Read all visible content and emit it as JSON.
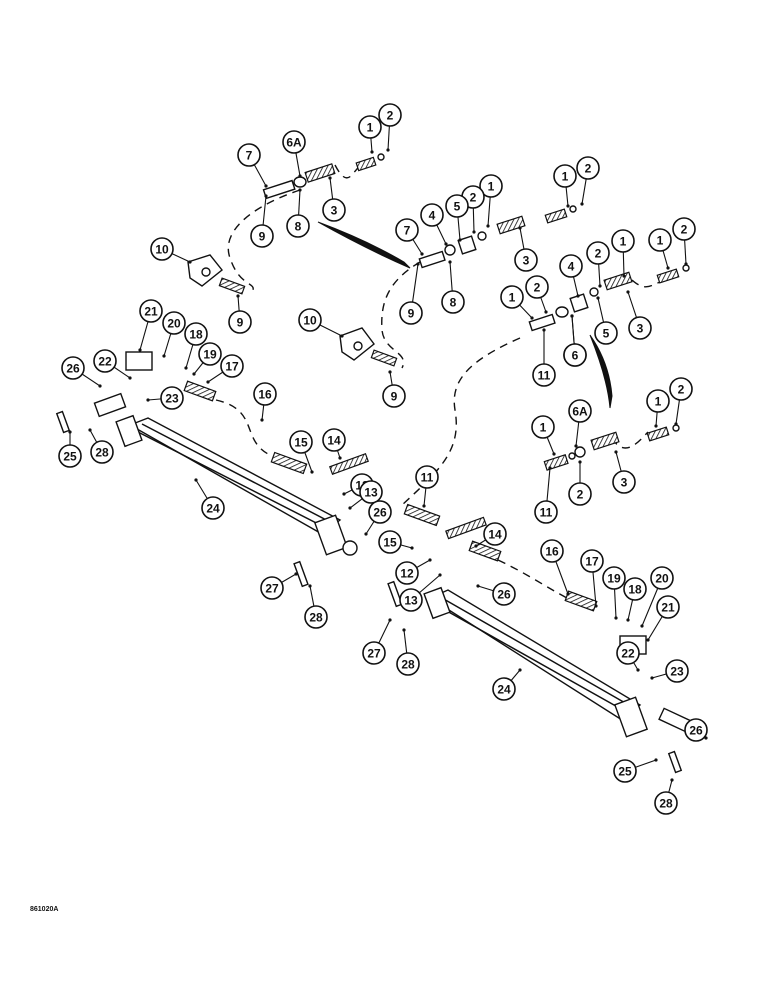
{
  "figure": {
    "reference_code": "861020A",
    "callouts": [
      {
        "id": "c1a",
        "label": "1"
      },
      {
        "id": "c2a",
        "label": "2"
      },
      {
        "id": "c6Aa",
        "label": "6A"
      },
      {
        "id": "c7a",
        "label": "7"
      },
      {
        "id": "c3a",
        "label": "3"
      },
      {
        "id": "c9a",
        "label": "9"
      },
      {
        "id": "c8a",
        "label": "8"
      },
      {
        "id": "c10a",
        "label": "10"
      },
      {
        "id": "c9b",
        "label": "9"
      },
      {
        "id": "c1b",
        "label": "1"
      },
      {
        "id": "c2b",
        "label": "2"
      },
      {
        "id": "c5a",
        "label": "5"
      },
      {
        "id": "c4a",
        "label": "4"
      },
      {
        "id": "c7b",
        "label": "7"
      },
      {
        "id": "c3b",
        "label": "3"
      },
      {
        "id": "c1c",
        "label": "1"
      },
      {
        "id": "c2c",
        "label": "2"
      },
      {
        "id": "c1d",
        "label": "1"
      },
      {
        "id": "c2d",
        "label": "2"
      },
      {
        "id": "c4b",
        "label": "4"
      },
      {
        "id": "c2e",
        "label": "2"
      },
      {
        "id": "c1e",
        "label": "1"
      },
      {
        "id": "c6a",
        "label": "6"
      },
      {
        "id": "c8b",
        "label": "8"
      },
      {
        "id": "c9c",
        "label": "9"
      },
      {
        "id": "c1f",
        "label": "1"
      },
      {
        "id": "c2f",
        "label": "2"
      },
      {
        "id": "c3c",
        "label": "3"
      },
      {
        "id": "c5b",
        "label": "5"
      },
      {
        "id": "c10b",
        "label": "10"
      },
      {
        "id": "c9d",
        "label": "9"
      },
      {
        "id": "c11a",
        "label": "11"
      },
      {
        "id": "c6b",
        "label": "6"
      },
      {
        "id": "c21a",
        "label": "21"
      },
      {
        "id": "c20a",
        "label": "20"
      },
      {
        "id": "c18a",
        "label": "18"
      },
      {
        "id": "c19a",
        "label": "19"
      },
      {
        "id": "c17a",
        "label": "17"
      },
      {
        "id": "c22a",
        "label": "22"
      },
      {
        "id": "c26a",
        "label": "26"
      },
      {
        "id": "c23a",
        "label": "23"
      },
      {
        "id": "c16a",
        "label": "16"
      },
      {
        "id": "c25a",
        "label": "25"
      },
      {
        "id": "c28a",
        "label": "28"
      },
      {
        "id": "c1g",
        "label": "1"
      },
      {
        "id": "c6Ab",
        "label": "6A"
      },
      {
        "id": "c1h",
        "label": "1"
      },
      {
        "id": "c2g",
        "label": "2"
      },
      {
        "id": "c2h",
        "label": "2"
      },
      {
        "id": "c3d",
        "label": "3"
      },
      {
        "id": "c11b",
        "label": "11"
      },
      {
        "id": "c15a",
        "label": "15"
      },
      {
        "id": "c14a",
        "label": "14"
      },
      {
        "id": "c12a",
        "label": "12"
      },
      {
        "id": "c13a",
        "label": "13"
      },
      {
        "id": "c24a",
        "label": "24"
      },
      {
        "id": "c26b",
        "label": "26"
      },
      {
        "id": "c11c",
        "label": "11"
      },
      {
        "id": "c14b",
        "label": "14"
      },
      {
        "id": "c15b",
        "label": "15"
      },
      {
        "id": "c12b",
        "label": "12"
      },
      {
        "id": "c13b",
        "label": "13"
      },
      {
        "id": "c16b",
        "label": "16"
      },
      {
        "id": "c27a",
        "label": "27"
      },
      {
        "id": "c28b",
        "label": "28"
      },
      {
        "id": "c26c",
        "label": "26"
      },
      {
        "id": "c17b",
        "label": "17"
      },
      {
        "id": "c19b",
        "label": "19"
      },
      {
        "id": "c20b",
        "label": "20"
      },
      {
        "id": "c18b",
        "label": "18"
      },
      {
        "id": "c21b",
        "label": "21"
      },
      {
        "id": "c27b",
        "label": "27"
      },
      {
        "id": "c28c",
        "label": "28"
      },
      {
        "id": "c22b",
        "label": "22"
      },
      {
        "id": "c23b",
        "label": "23"
      },
      {
        "id": "c24b",
        "label": "24"
      },
      {
        "id": "c26d",
        "label": "26"
      },
      {
        "id": "c25b",
        "label": "25"
      },
      {
        "id": "c28d",
        "label": "28"
      }
    ]
  }
}
